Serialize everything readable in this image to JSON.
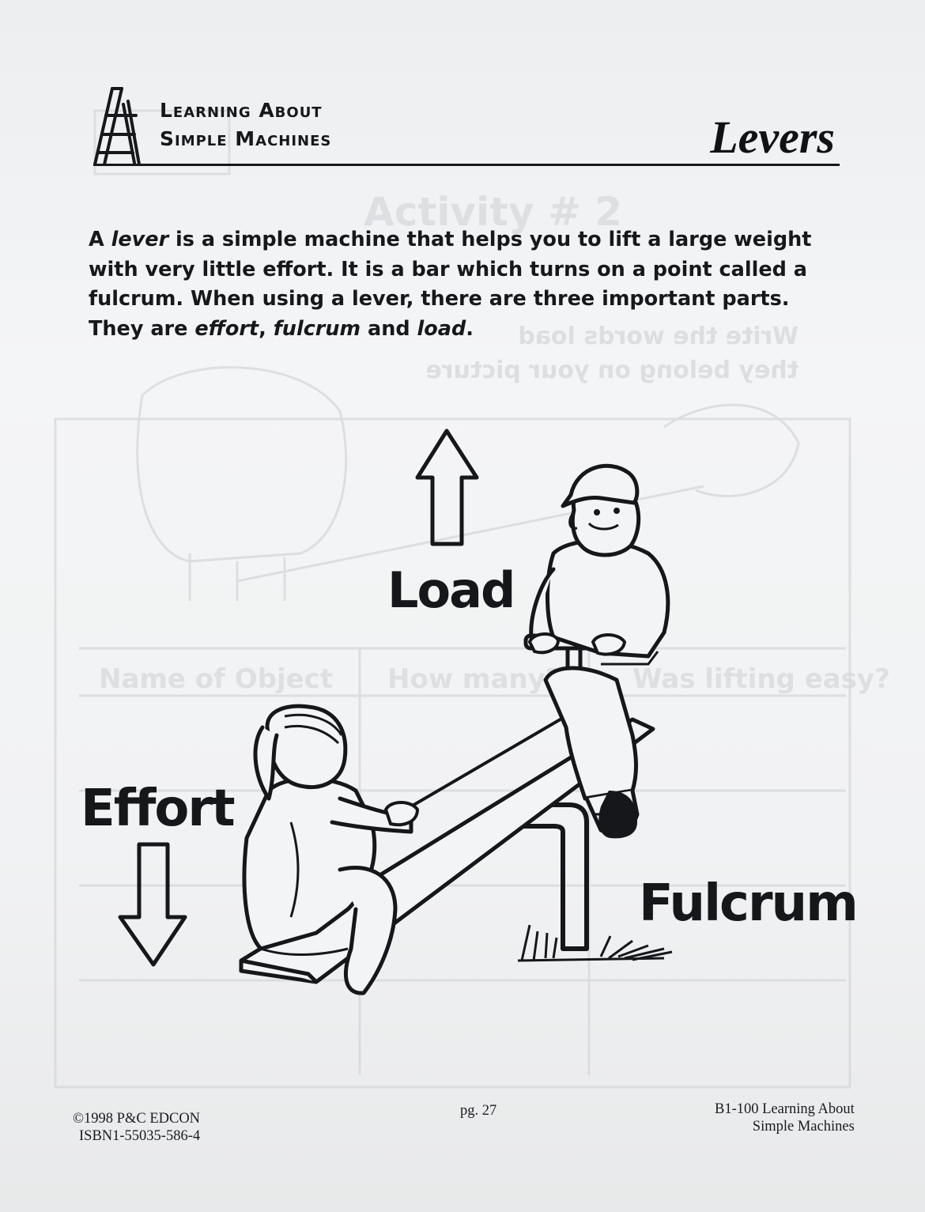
{
  "header": {
    "series_line1": "Learning About",
    "series_line2": "Simple Machines",
    "title": "Levers"
  },
  "intro": {
    "s1a": "A ",
    "s1b": "lever",
    "s1c": " is a simple machine that helps you to lift a large weight with very little effort. It is a bar which turns on a point called a fulcrum. When using a lever, there are three important parts. They are ",
    "w1": "effort",
    "sep1": ", ",
    "w2": "fulcrum",
    "sep2": " and ",
    "w3": "load",
    "end": "."
  },
  "labels": {
    "load": "Load",
    "effort": "Effort",
    "fulcrum": "Fulcrum"
  },
  "footer": {
    "copyright": "©1998 P&C EDCON",
    "isbn": "ISBN1-55035-586-4",
    "page": "pg.  27",
    "code_title": "B1-100  Learning About",
    "code_title2": "Simple Machines"
  },
  "colors": {
    "ink": "#15171b",
    "paper": "#f1f2f3"
  }
}
